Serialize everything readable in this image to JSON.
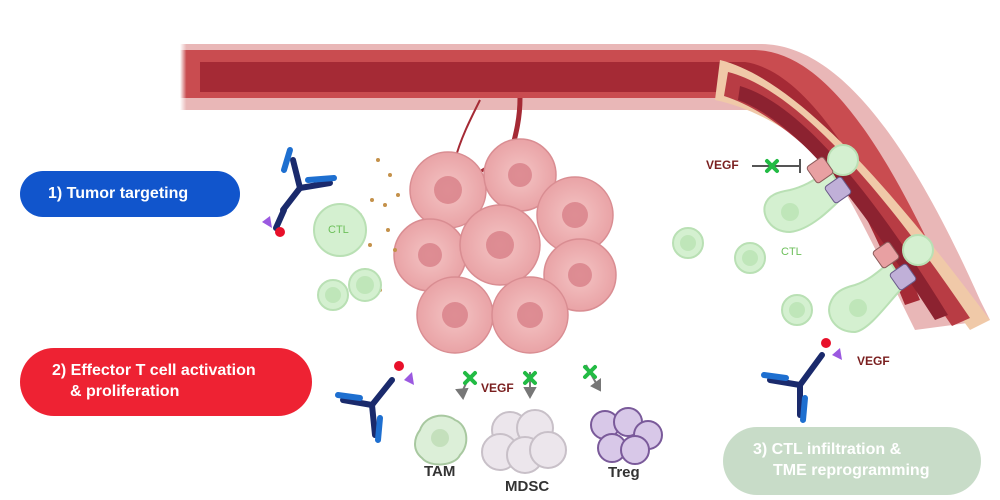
{
  "steps": {
    "step1": "1) Tumor targeting",
    "step2_line1": "2) Effector T cell activation",
    "step2_line2": "& proliferation",
    "step3_line1": "3) CTL infiltration &",
    "step3_line2": "TME reprogramming"
  },
  "labels": {
    "vegf_left": "VEGF",
    "vegf_bottom": "VEGF",
    "vegf_right": "VEGF",
    "ctl_left": "CTL",
    "ctl_right": "CTL",
    "tam": "TAM",
    "mdsc": "MDSC",
    "treg": "Treg"
  },
  "colors": {
    "step1": "#1155cc",
    "step2": "#ee2233",
    "step3": "#c8dcc8",
    "vessel": "#b5323c",
    "tumor": "#e8a0a2",
    "ctl_cell": "#d4f0d0",
    "antibody_heavy": "#1a2a6c",
    "antibody_light": "#1e6fd0",
    "block_mark": "#22bb44"
  },
  "icons": [
    "antibody-icon",
    "tumor-cluster-icon",
    "blood-vessel-icon",
    "ctl-cell-icon",
    "block-x-icon",
    "tam-cell-icon",
    "mdsc-cell-icon",
    "treg-cell-icon"
  ]
}
